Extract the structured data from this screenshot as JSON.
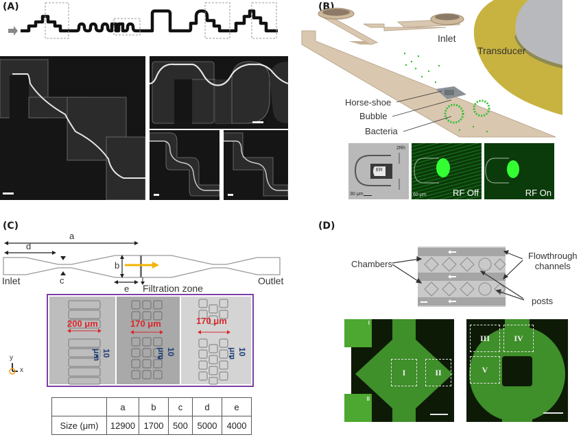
{
  "panels": {
    "A": {
      "label": "(A)",
      "inlet_arrow": "right-arrow",
      "images": [
        {
          "name": "stepped-channel-large"
        },
        {
          "name": "serpentine-channel"
        },
        {
          "name": "curved-channel-small-1"
        },
        {
          "name": "curved-channel-small-2"
        }
      ]
    },
    "B": {
      "label": "(B)",
      "inlet_label": "Inlet",
      "transducer_label": "Transducer",
      "callouts": [
        "Horse-shoe",
        "Bubble",
        "Bacteria"
      ],
      "micrographs": [
        {
          "scale_label": "30 μm",
          "annotations": [
            "2Rh",
            "ER"
          ]
        },
        {
          "scale_label": "60 μm",
          "state_label": "RF Off"
        },
        {
          "state_label": "RF On"
        }
      ]
    },
    "C": {
      "label": "(C)",
      "dimension_labels": [
        "a",
        "b",
        "c",
        "d",
        "e"
      ],
      "inlet_label": "Inlet",
      "outlet_label": "Outlet",
      "filtration_label": "Filtration zone",
      "micrographs": [
        {
          "width_label": "200 μm",
          "gap_label": "10 μm"
        },
        {
          "width_label": "170 μm",
          "gap_label": "10 μm"
        },
        {
          "width_label": "170 μm",
          "gap_label": "10 μm"
        }
      ],
      "axes": {
        "y": "y",
        "x": "x"
      },
      "table": {
        "headers": [
          "",
          "a",
          "b",
          "c",
          "d",
          "e"
        ],
        "rows": [
          [
            "Size (μm)",
            "12900",
            "1700",
            "500",
            "5000",
            "4000"
          ]
        ]
      },
      "frame_color": "#7b3fa6",
      "label_red": "#d8272a",
      "label_blue": "#1f3f78"
    },
    "D": {
      "label": "(D)",
      "callouts": [
        "Chambers",
        "Flowthrough channels",
        "posts"
      ],
      "flowthrough_line1": "Flowthrough",
      "flowthrough_line2": "channels",
      "rois_left": [
        "I",
        "II"
      ],
      "insets_left": [
        "I",
        "II"
      ],
      "rois_right": [
        "III",
        "IV",
        "V"
      ]
    }
  },
  "colors": {
    "transducer_gold": "#c9b340",
    "chip_beige": "#d9c7b0",
    "bacteria_green": "#2fbf2f",
    "fluor_green": "#3f8f2a"
  }
}
